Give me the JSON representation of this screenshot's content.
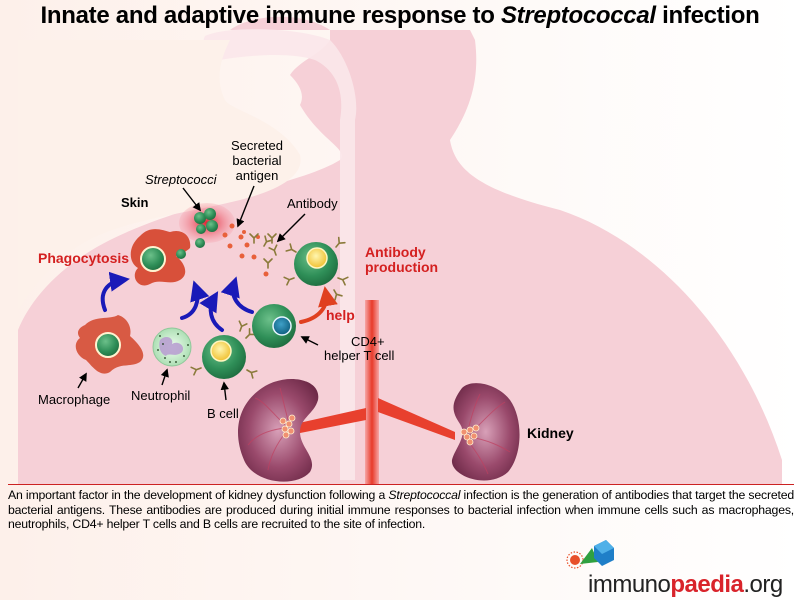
{
  "title": {
    "prefix": "Innate and adaptive immune response to ",
    "italic": "Streptococcal",
    "suffix": " infection"
  },
  "labels": {
    "skin": "Skin",
    "streptococci": "Streptococci",
    "secreted_antigen_line1": "Secreted",
    "secreted_antigen_line2": "bacterial",
    "secreted_antigen_line3": "antigen",
    "antibody": "Antibody",
    "phagocytosis": "Phagocytosis",
    "antibody_production_line1": "Antibody",
    "antibody_production_line2": "production",
    "help": "help",
    "cd4_line1": "CD4+",
    "cd4_line2": "helper T cell",
    "macrophage": "Macrophage",
    "neutrophil": "Neutrophil",
    "b_cell": "B cell",
    "kidney": "Kidney"
  },
  "caption": {
    "part1": "An important factor in the development of kidney dysfunction following a ",
    "italic": "Streptococcal",
    "part2": " infection is the generation of antibodies that target the secreted bacterial antigens. These antibodies are produced during initial immune responses to bacterial infection when immune cells such as macrophages, neutrophils, CD4+ helper T cells and B cells are recruited to the site of infection."
  },
  "logo": {
    "part1": "immuno",
    "part2": "paedia",
    "part3": ".org"
  },
  "colors": {
    "accent_red": "#d42020",
    "arrow_blue": "#1a1ab8",
    "cell_green": "#2e8b57",
    "kidney_purple": "#8a3a5a",
    "background_pink": "#f7d3d9"
  }
}
